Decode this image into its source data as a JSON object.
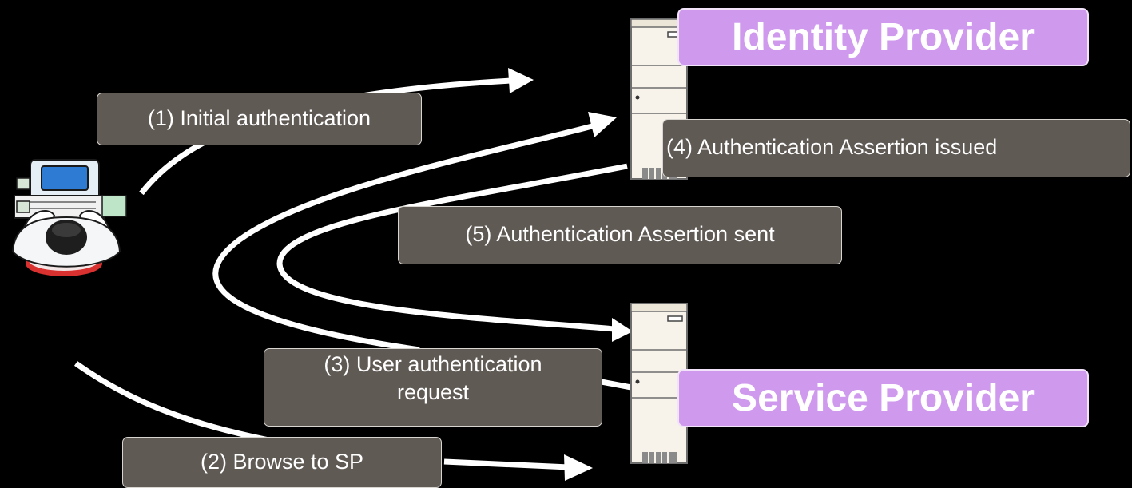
{
  "background": "#000000",
  "actors": {
    "identity_provider": "Identity Provider",
    "service_provider": "Service Provider"
  },
  "steps": {
    "step1": "(1) Initial authentication",
    "step2": "(2) Browse to SP",
    "step3_line1": "(3) User authentication",
    "step3_line2": "request",
    "step4": "(4) Authentication Assertion issued",
    "step5": "(5) Authentication Assertion sent"
  },
  "icons": {
    "user": "user-at-computer-icon",
    "idp_server": "server-tower-icon",
    "sp_server": "server-tower-icon"
  },
  "colors": {
    "step_box_fill": "#605a55",
    "step_box_border": "#d8d4cf",
    "title_box_fill": "#cf99ee",
    "arrow": "#ffffff"
  }
}
